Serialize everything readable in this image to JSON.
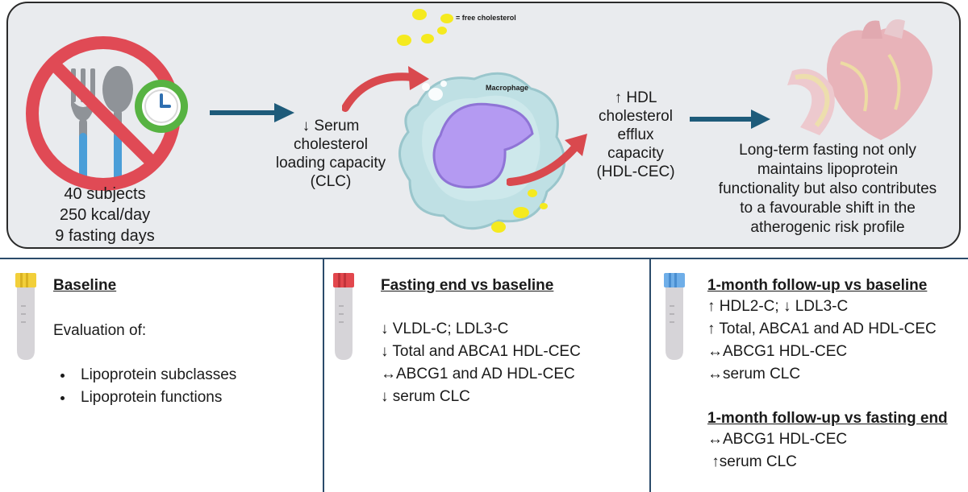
{
  "top": {
    "subjects_lines": [
      "40 subjects",
      "250 kcal/day",
      "9 fasting days"
    ],
    "clc_lines": [
      "↓ Serum",
      "cholesterol",
      "loading capacity",
      "(CLC)"
    ],
    "free_cholesterol_label": "= free cholesterol",
    "macrophage_label": "Macrophage",
    "hdl_lines": [
      "↑ HDL",
      "cholesterol",
      "efflux",
      "capacity",
      "(HDL-CEC)"
    ],
    "conclusion_lines": [
      "Long-term fasting not only",
      "maintains lipoprotein",
      "functionality but also contributes",
      "to a favourable shift in the",
      "atherogenic risk profile"
    ]
  },
  "columns": [
    {
      "heading": "Baseline",
      "tube_color": "#f2cf3a",
      "intro": "Evaluation of:",
      "bullets": [
        "Lipoprotein subclasses",
        "Lipoprotein functions"
      ]
    },
    {
      "heading": "Fasting end vs baseline",
      "tube_color": "#e2474d",
      "lines": [
        "↓ VLDL-C; LDL3-C",
        "↓ Total and ABCA1 HDL-CEC",
        "↔ABCG1 and AD HDL-CEC",
        "↓ serum CLC"
      ]
    },
    {
      "heading": "1-month follow-up vs baseline",
      "tube_color": "#6faee8",
      "lines": [
        "↑ HDL2-C; ↓ LDL3-C",
        "↑ Total, ABCA1 and AD HDL-CEC",
        "↔ABCG1 HDL-CEC",
        "↔serum CLC"
      ],
      "heading2": "1-month follow-up vs fasting end",
      "lines2": [
        "↔ABCG1 HDL-CEC",
        " ↑serum CLC"
      ]
    }
  ],
  "colors": {
    "arrow_blue": "#1e5b7a",
    "arrow_red": "#d9494e",
    "prohibit_red": "#e04a55",
    "clock_green": "#57b342",
    "cholesterol_yellow": "#f5ea1f",
    "macrophage_cell": "#bfe0e4",
    "nucleus_purple": "#b49af2"
  },
  "icons": [
    "no-eating-icon",
    "clock-icon",
    "macrophage-icon",
    "heart-artery-icon",
    "blood-tube-icon"
  ]
}
